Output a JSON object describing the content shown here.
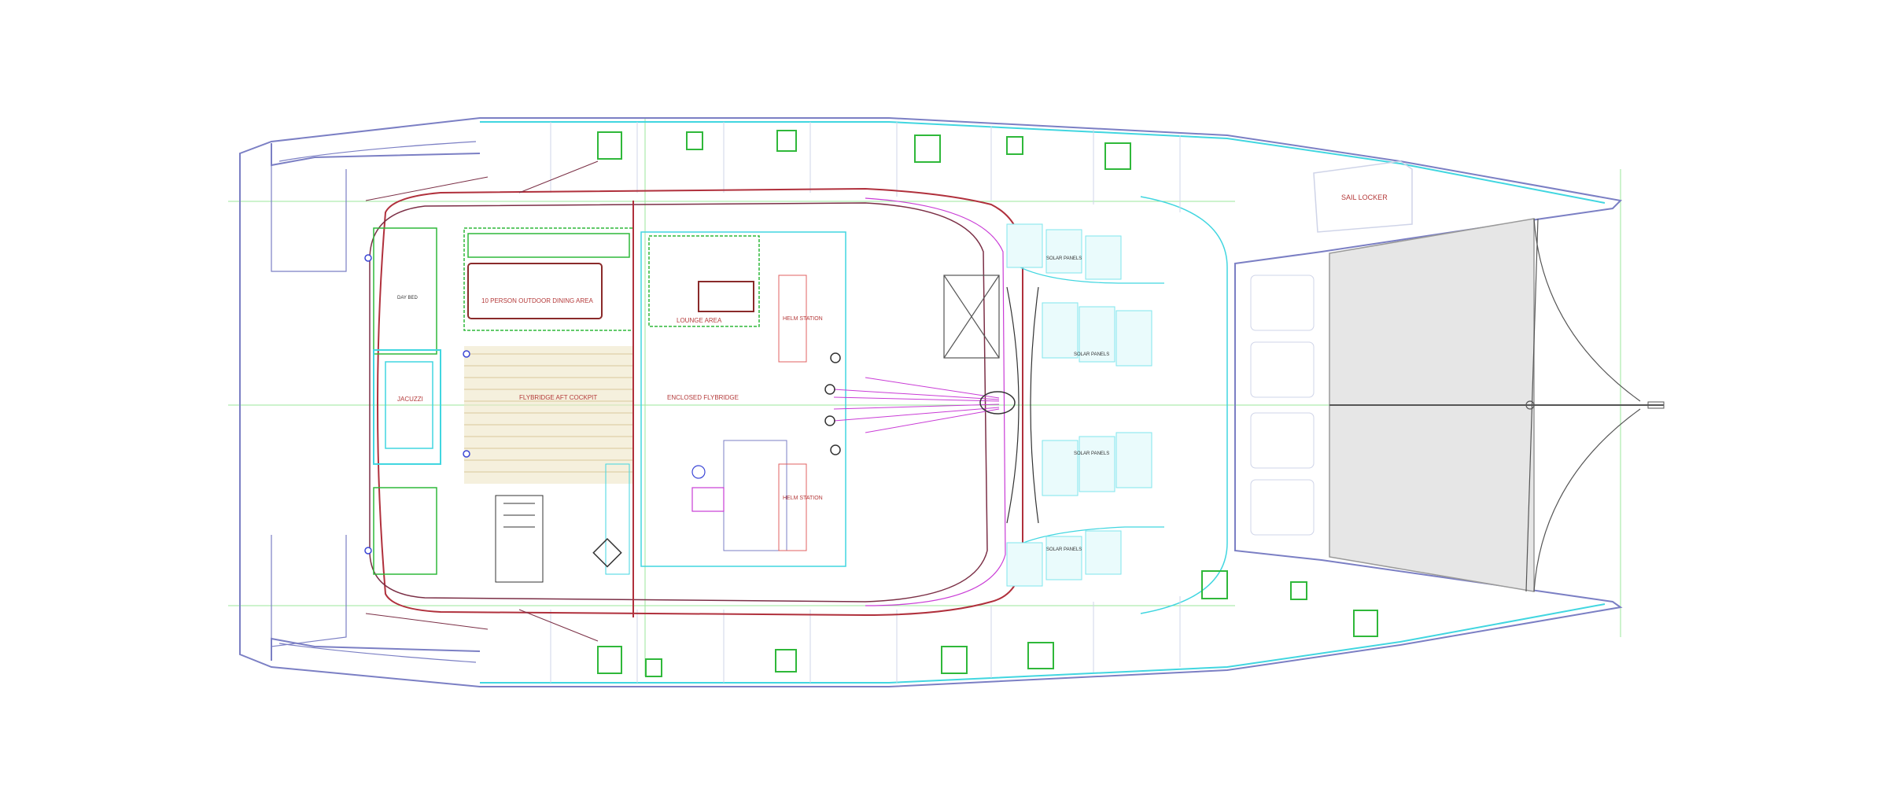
{
  "diagram": {
    "labels": {
      "sail_locker": "SAIL LOCKER",
      "flybridge_aft_cockpit": "FLYBRIDGE AFT COCKPIT",
      "enclosed_flybridge": "ENCLOSED FLYBRIDGE",
      "lounge_area": "LOUNGE AREA",
      "jacuzzi": "JACUZZI",
      "outdoor_dining": "10 PERSON OUTDOOR DINING AREA",
      "helm_station_top": "HELM STATION",
      "helm_station_bottom": "HELM STATION",
      "day_bed": "DAY BED",
      "solar_panels_top": "SOLAR PANELS",
      "solar_panels_mid_top": "SOLAR PANELS",
      "solar_panels_mid_bottom": "SOLAR PANELS",
      "solar_panels_bottom": "SOLAR PANELS"
    },
    "colors": {
      "hull_outline": "#7b7fc4",
      "cyan_lines": "#41d6e0",
      "red_lines": "#b0303c",
      "magenta_lines": "#c93cd6",
      "green_hatches": "#2fb83a",
      "light_green_grid": "#8fe28f",
      "solar_cyan": "#7fe6ec",
      "wood_deck": "#d9c99a",
      "blue_text": "#3b46d6",
      "red_text": "#b43a3a"
    }
  }
}
